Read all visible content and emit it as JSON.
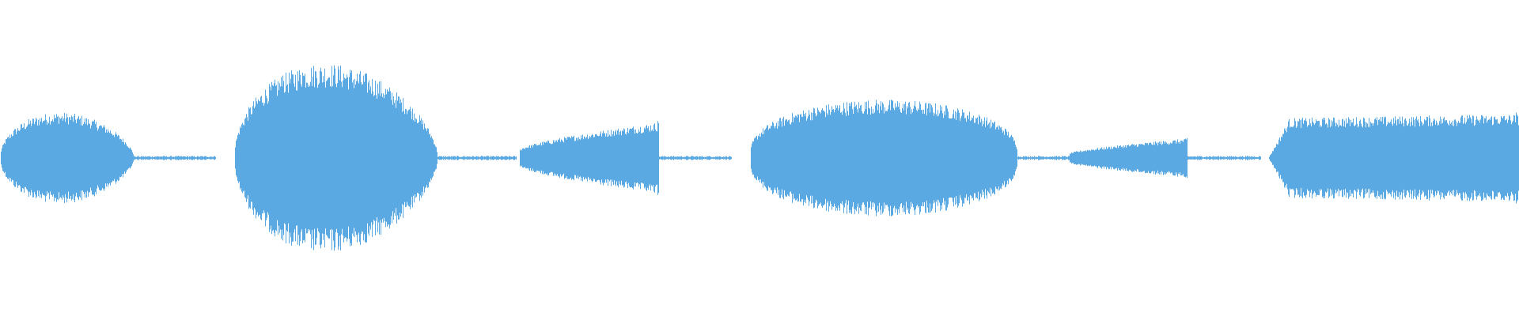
{
  "waveform": {
    "color": "#5ba9e2",
    "segments": [
      {
        "start": 0.0,
        "end": 0.088,
        "amp": 0.28,
        "shape": "bulge-left"
      },
      {
        "start": 0.088,
        "end": 0.142,
        "amp": 0.01,
        "shape": "flat"
      },
      {
        "start": 0.154,
        "end": 0.288,
        "amp": 0.58,
        "shape": "bulge-left"
      },
      {
        "start": 0.288,
        "end": 0.34,
        "amp": 0.01,
        "shape": "flat"
      },
      {
        "start": 0.342,
        "end": 0.434,
        "amp": 0.22,
        "shape": "ramp-up-spike"
      },
      {
        "start": 0.434,
        "end": 0.482,
        "amp": 0.01,
        "shape": "flat"
      },
      {
        "start": 0.494,
        "end": 0.67,
        "amp": 0.36,
        "shape": "dome"
      },
      {
        "start": 0.67,
        "end": 0.704,
        "amp": 0.01,
        "shape": "flat"
      },
      {
        "start": 0.704,
        "end": 0.782,
        "amp": 0.12,
        "shape": "ramp-up-spike"
      },
      {
        "start": 0.782,
        "end": 0.83,
        "amp": 0.01,
        "shape": "flat"
      },
      {
        "start": 0.835,
        "end": 1.0,
        "amp": 0.27,
        "shape": "plateau"
      }
    ],
    "spikes": [
      {
        "pos": 0.186,
        "amp": 0.58
      },
      {
        "pos": 0.188,
        "amp": 0.58
      },
      {
        "pos": 0.197,
        "amp": 0.6
      },
      {
        "pos": 0.199,
        "amp": 0.6
      },
      {
        "pos": 0.433,
        "amp": 0.26
      },
      {
        "pos": 0.781,
        "amp": 0.14
      },
      {
        "pos": 0.998,
        "amp": 0.32
      }
    ]
  }
}
